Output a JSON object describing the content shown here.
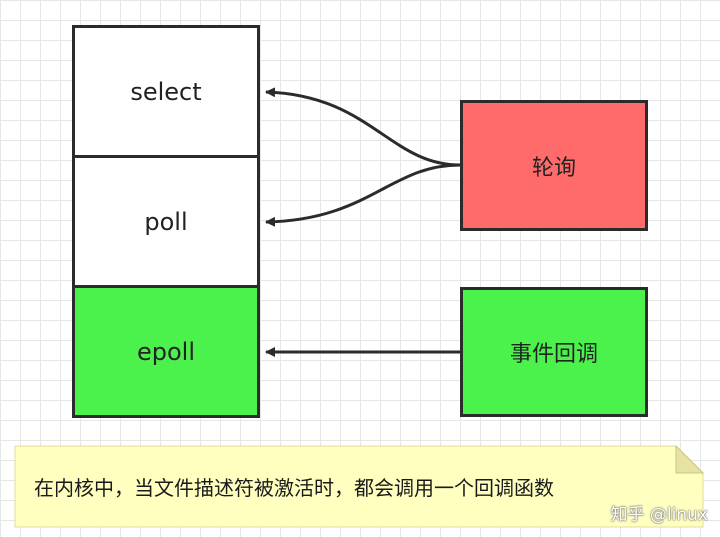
{
  "diagram": {
    "left_boxes": [
      {
        "label": "select",
        "color": "#ffffff"
      },
      {
        "label": "poll",
        "color": "#ffffff"
      },
      {
        "label": "epoll",
        "color": "#4cf24c"
      }
    ],
    "right_boxes": [
      {
        "label": "轮询",
        "color": "#ff6b6b"
      },
      {
        "label": "事件回调",
        "color": "#4cf24c"
      }
    ],
    "edges": [
      {
        "from": "轮询",
        "to": "select"
      },
      {
        "from": "轮询",
        "to": "poll"
      },
      {
        "from": "事件回调",
        "to": "epoll"
      }
    ]
  },
  "note": {
    "text": "在内核中，当文件描述符被激活时，都会调用一个回调函数",
    "color": "#ffffc0"
  },
  "watermark": "知乎 @linux"
}
